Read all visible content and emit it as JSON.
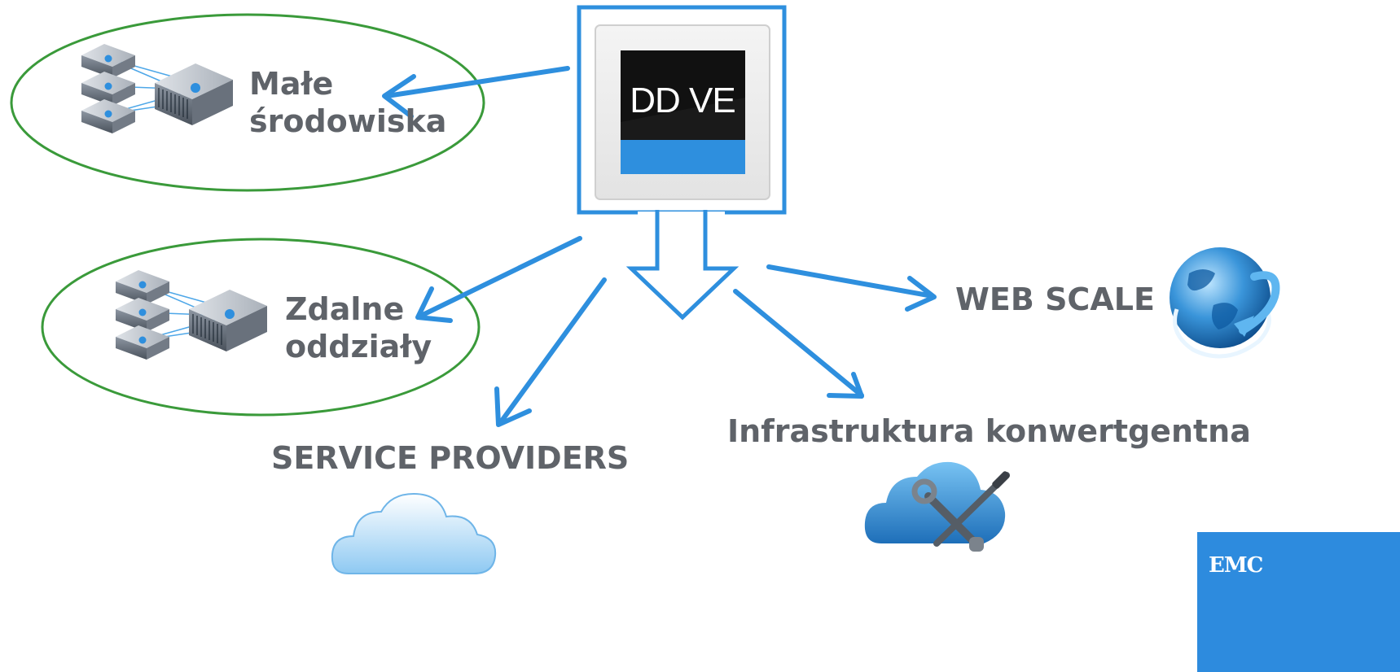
{
  "center_product": {
    "label": "DD VE"
  },
  "targets": {
    "small_environments": {
      "line1": "Małe",
      "line2": "środowiska"
    },
    "remote_offices": {
      "line1": "Zdalne",
      "line2": "oddziały"
    },
    "web_scale": {
      "label": "WEB SCALE"
    },
    "converged_infrastructure": {
      "label": "Infrastruktura konwertgentna"
    },
    "service_providers": {
      "label": "SERVICE PROVIDERS"
    }
  },
  "logo": {
    "text": "EMC"
  },
  "colors": {
    "arrow_blue": "#2e8fde",
    "ellipse_green": "#3a9a3a",
    "label_gray": "#5f6369",
    "tile_black": "#111111",
    "logo_blue": "#2d8bde"
  },
  "icons": [
    "server-cluster-icon",
    "globe-icon",
    "cloud-icon",
    "cloud-tools-icon"
  ]
}
